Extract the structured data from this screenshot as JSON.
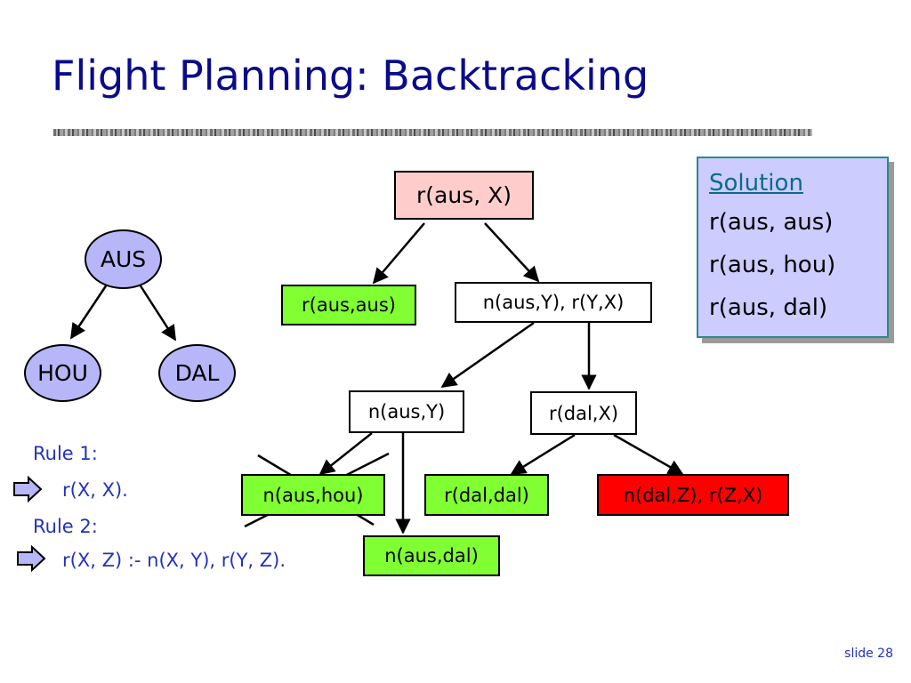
{
  "slide": {
    "title": "Flight Planning: Backtracking",
    "slide_number": "slide 28"
  },
  "graph": {
    "nodes": {
      "aus": "AUS",
      "hou": "HOU",
      "dal": "DAL"
    }
  },
  "tree": {
    "root": "r(aus, X)",
    "left1": "r(aus,aus)",
    "right1": "n(aus,Y), r(Y,X)",
    "mid_left": "n(aus,Y)",
    "mid_right": "r(dal,X)",
    "leaf_hou": "n(aus,hou)",
    "leaf_dal": "n(aus,dal)",
    "leaf_daldal": "r(dal,dal)",
    "leaf_red": "n(dal,Z), r(Z,X)"
  },
  "solution": {
    "heading": "Solution",
    "items": [
      "r(aus, aus)",
      "r(aus, hou)",
      "r(aus, dal)"
    ]
  },
  "rules": {
    "rule1_label": "Rule 1:",
    "rule1_text": "r(X, X).",
    "rule2_label": "Rule 2:",
    "rule2_text": "r(X, Z) :- n(X, Y), r(Y, Z)."
  },
  "colors": {
    "title": "#0b0b8a",
    "root_fill": "#ffcccc",
    "success_fill": "#80ff33",
    "fail_fill": "#ff0000",
    "node_fill": "#b6b6f8",
    "solution_fill": "#ccccff",
    "rule_text": "#2233bb",
    "arrow_fill": "#b6b6f8"
  }
}
